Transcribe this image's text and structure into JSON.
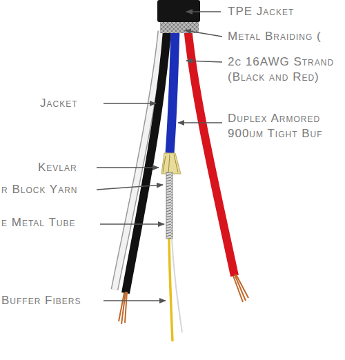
{
  "diagram": {
    "labels": [
      "TPE Jacket",
      "Metal Braiding (",
      "2c 16AWG Strand",
      "(Black and Red)",
      "Jacket",
      "Duplex Armored",
      "900um Tight Buf",
      "Kevlar",
      "r Block Yarn",
      "e Metal Tube",
      "Buffer Fibers"
    ]
  }
}
